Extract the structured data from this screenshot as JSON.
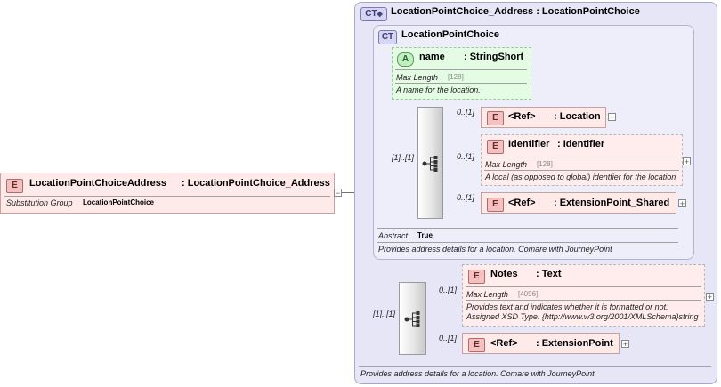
{
  "root": {
    "badge": "E",
    "name": "LocationPointChoiceAddress",
    "type": ": LocationPointChoice_Address",
    "prop_label": "Substitution Group",
    "prop_value": "LocationPointChoice"
  },
  "outer_ct": {
    "badge": "CT",
    "title": "LocationPointChoice_Address : LocationPointChoice",
    "doc": "Provides address details for a location. Comare with JourneyPoint"
  },
  "inner_ct": {
    "badge": "CT",
    "title": "LocationPointChoice",
    "abstract_label": "Abstract",
    "abstract_value": "True",
    "doc": "Provides address details for a location. Comare with JourneyPoint"
  },
  "attribute": {
    "badge": "A",
    "name": "name",
    "type": ": StringShort",
    "facet_label": "Max Length",
    "facet_value": "[128]",
    "doc": "A name for the location."
  },
  "inner_sequence": {
    "cardinality": "[1]..[1]"
  },
  "inner_elements": [
    {
      "badge": "E",
      "cardinality": "0..[1]",
      "name": "<Ref>",
      "type": ": Location"
    },
    {
      "badge": "E",
      "cardinality": "0..[1]",
      "name": "Identifier",
      "type": ": Identifier",
      "facet_label": "Max Length",
      "facet_value": "[128]",
      "doc": "A local (as opposed to global) identfier for the location"
    },
    {
      "badge": "E",
      "cardinality": "0..[1]",
      "name": "<Ref>",
      "type": ": ExtensionPoint_Shared"
    }
  ],
  "outer_sequence": {
    "cardinality": "[1]..[1]"
  },
  "outer_elements": [
    {
      "badge": "E",
      "cardinality": "0..[1]",
      "name": "Notes",
      "type": ": Text",
      "facet_label": "Max Length",
      "facet_value": "[4096]",
      "doc_line1": "Provides text and indicates whether it is formatted or not.",
      "doc_line2": "Assigned XSD Type: {http://www.w3.org/2001/XMLSchema}string"
    },
    {
      "badge": "E",
      "cardinality": "0..[1]",
      "name": "<Ref>",
      "type": ": ExtensionPoint"
    }
  ],
  "symbols": {
    "expand": "+",
    "collapse": "−"
  },
  "colors": {
    "element_fill": "#ffeaea",
    "attribute_fill": "#e4fbe4",
    "complex_type_fill": "#e6e6f7"
  }
}
